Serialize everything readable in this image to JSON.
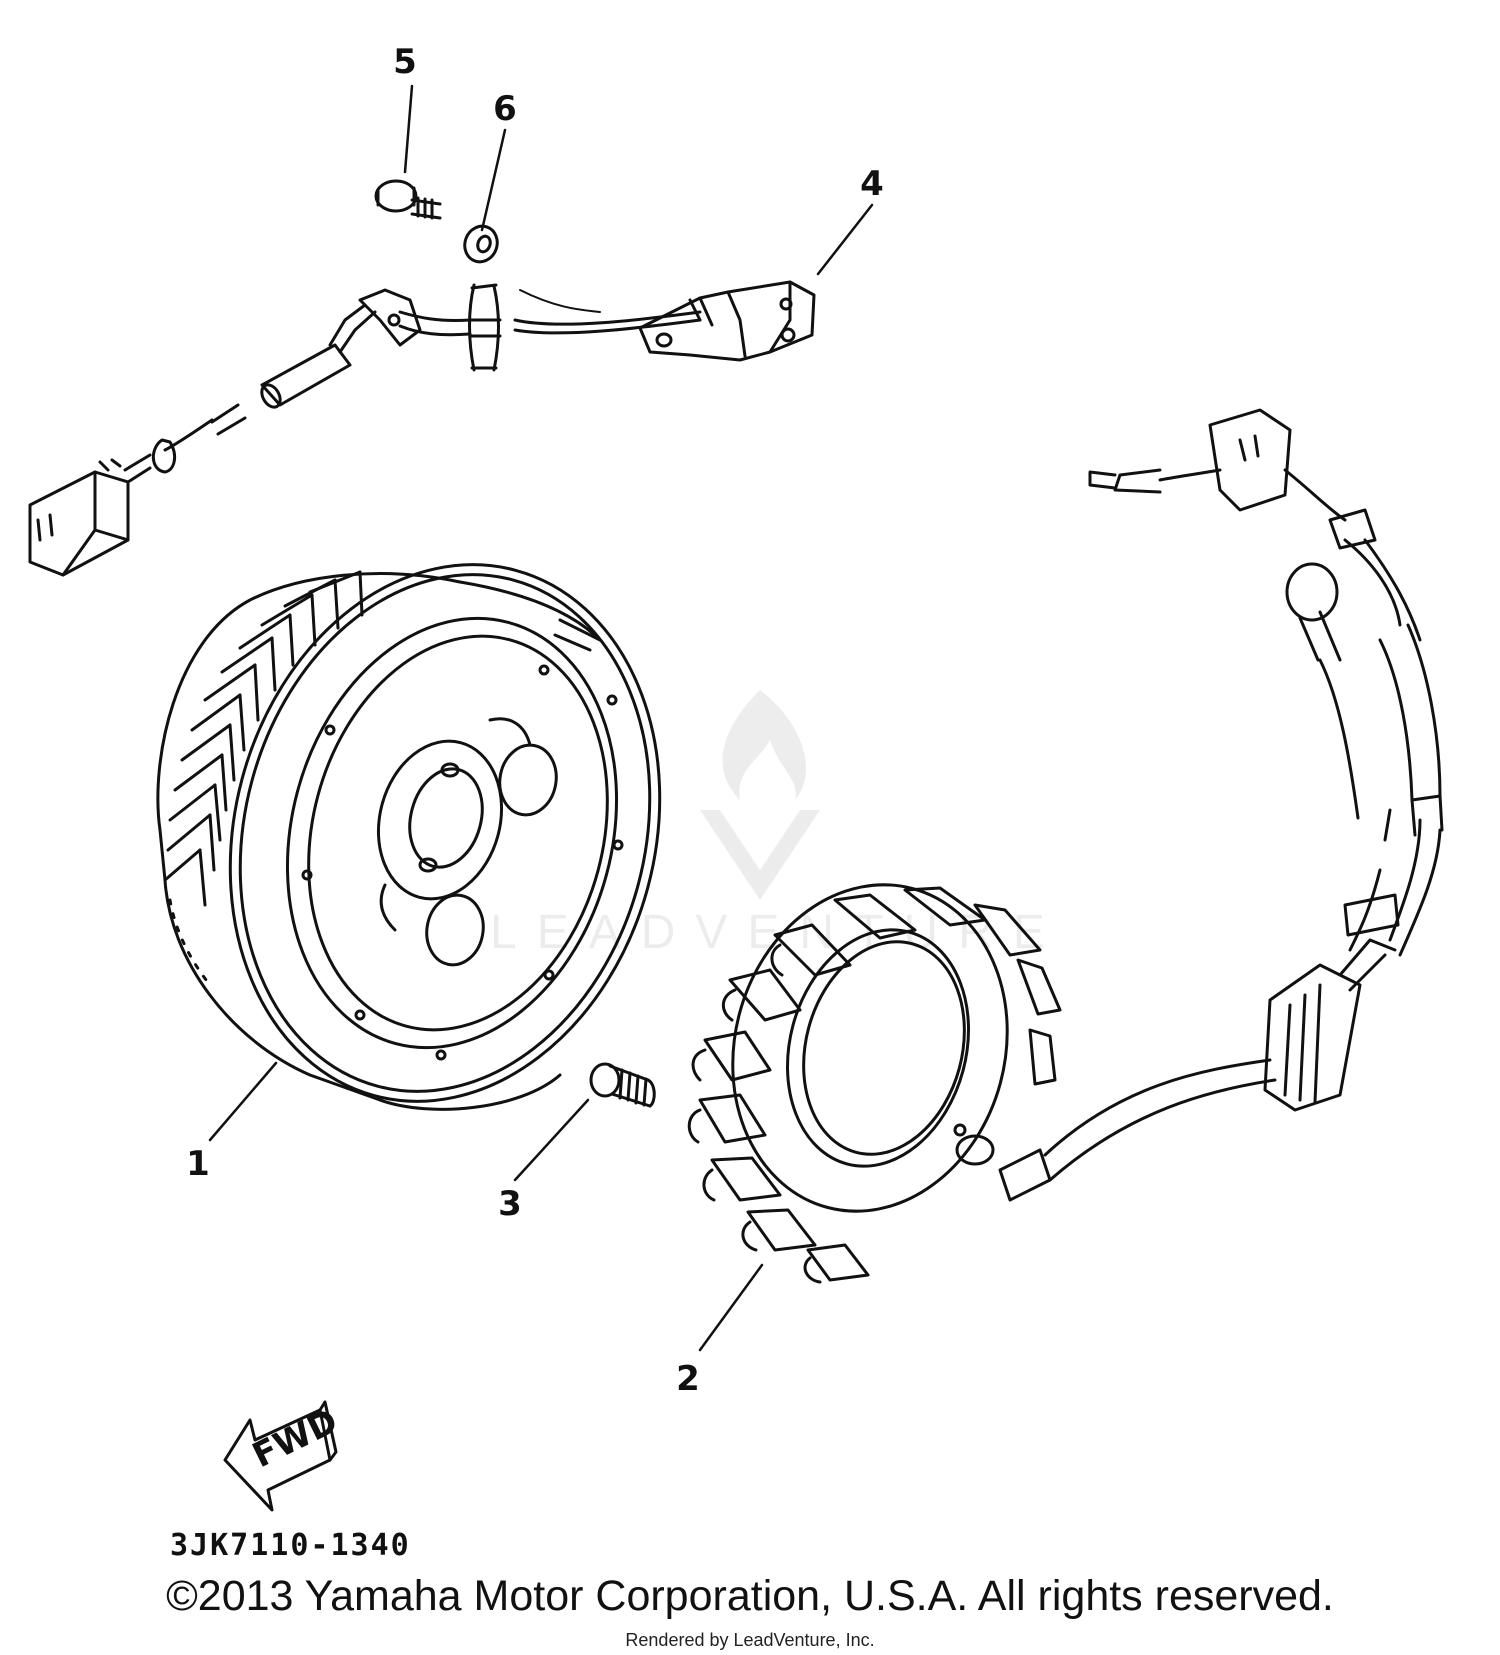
{
  "diagram": {
    "part_code": "3JK7110-1340",
    "fwd_label": "FWD",
    "callouts": [
      {
        "id": "1",
        "label": "1"
      },
      {
        "id": "2",
        "label": "2"
      },
      {
        "id": "3",
        "label": "3"
      },
      {
        "id": "4",
        "label": "4"
      },
      {
        "id": "5",
        "label": "5"
      },
      {
        "id": "6",
        "label": "6"
      }
    ]
  },
  "footer": {
    "copyright": "©2013 Yamaha Motor Corporation, U.S.A. All rights reserved.",
    "rendered_by": "Rendered by LeadVenture, Inc."
  },
  "watermark": {
    "text": "LEADVENTURE"
  },
  "colors": {
    "ink": "#111111",
    "background": "#ffffff"
  }
}
